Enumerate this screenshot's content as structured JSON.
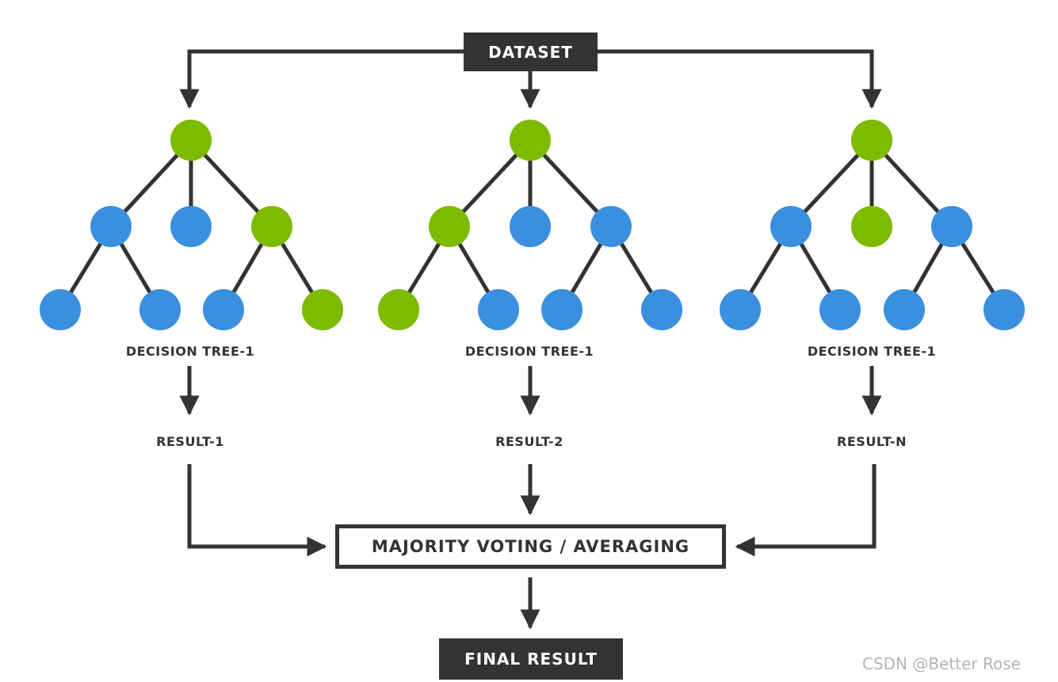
{
  "colors": {
    "ink": "#333333",
    "green_node": "#7cbb00",
    "blue_node": "#3a8fdf",
    "watermark": "#b5b5b5"
  },
  "dataset": {
    "label": "DATASET"
  },
  "trees": [
    {
      "label": "DECISION TREE-1",
      "result": "RESULT-1",
      "root_color": "green",
      "level1": [
        "blue",
        "blue",
        "green"
      ],
      "leaves": [
        "blue",
        "blue",
        "blue",
        "green"
      ]
    },
    {
      "label": "DECISION TREE-1",
      "result": "RESULT-2",
      "root_color": "green",
      "level1": [
        "green",
        "blue",
        "blue"
      ],
      "leaves": [
        "green",
        "blue",
        "blue",
        "blue"
      ]
    },
    {
      "label": "DECISION TREE-1",
      "result": "RESULT-N",
      "root_color": "green",
      "level1": [
        "blue",
        "green",
        "blue"
      ],
      "leaves": [
        "blue",
        "blue",
        "blue",
        "blue"
      ]
    }
  ],
  "aggregator": {
    "label": "MAJORITY VOTING / AVERAGING"
  },
  "final": {
    "label": "FINAL RESULT"
  },
  "watermark": {
    "text": "CSDN @Better Rose"
  }
}
